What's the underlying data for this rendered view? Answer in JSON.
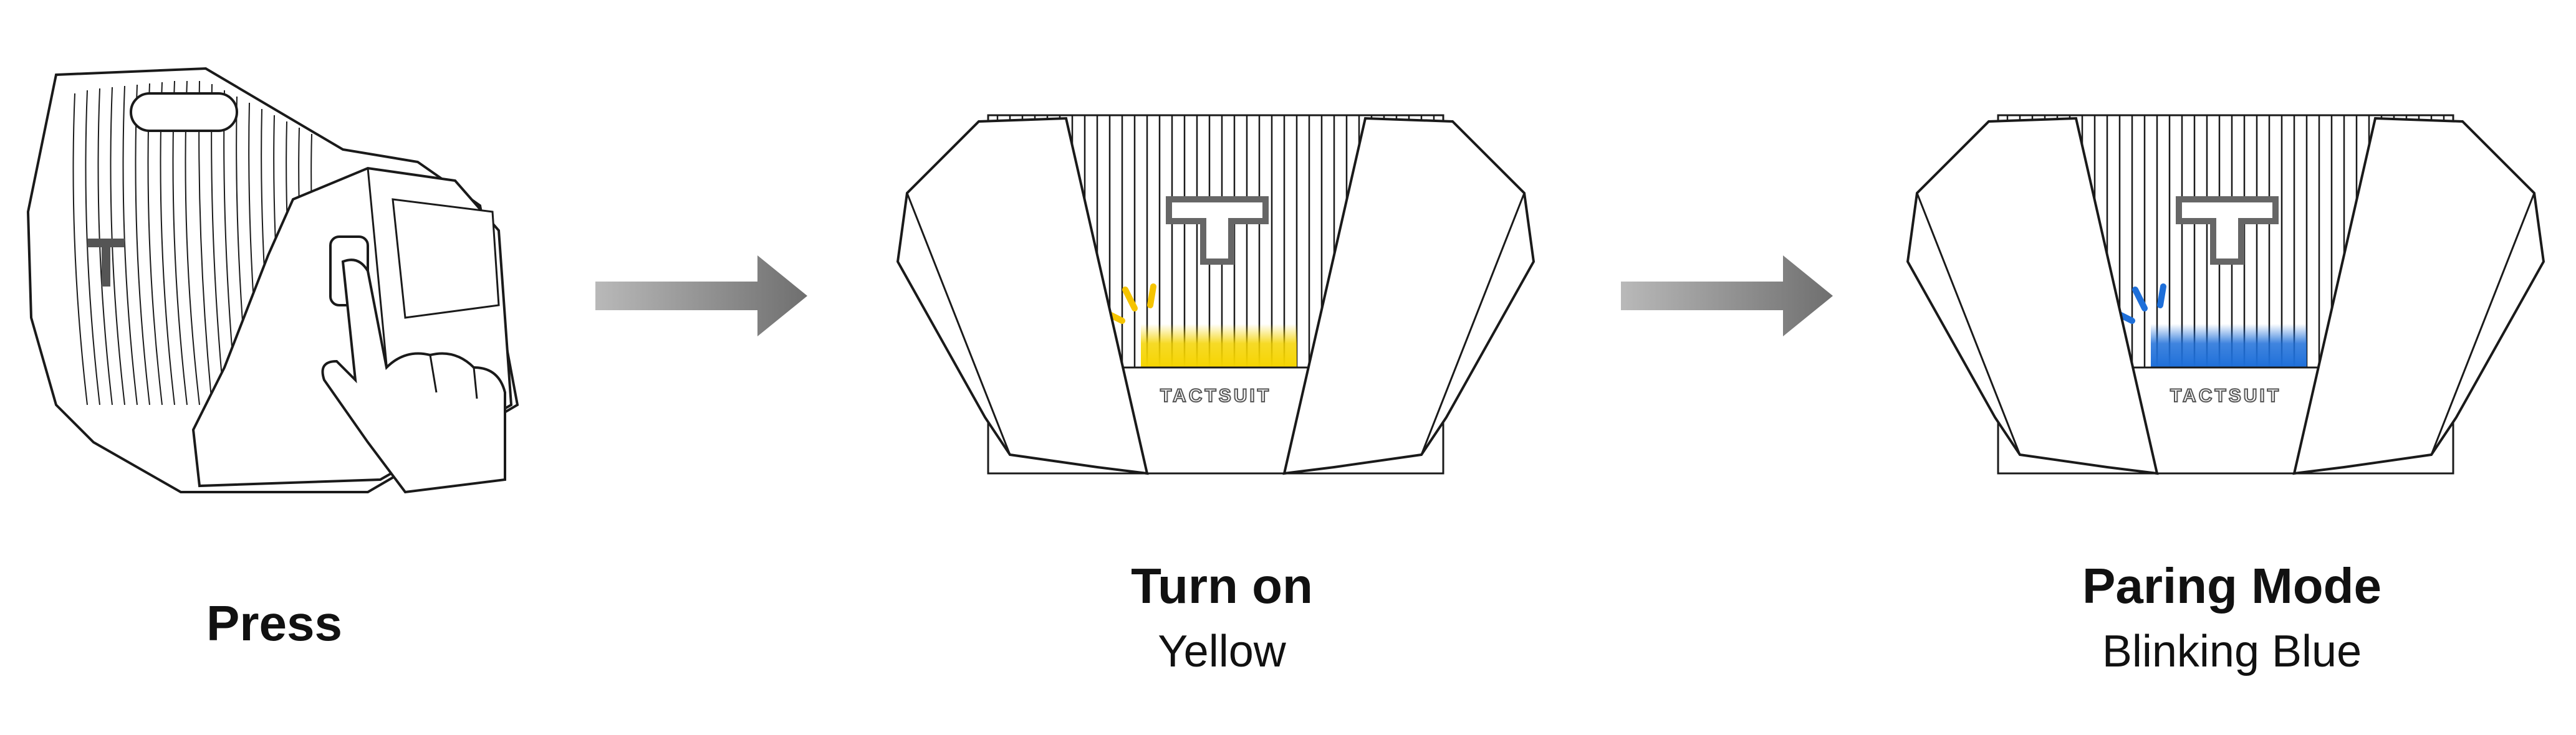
{
  "steps": [
    {
      "title": "Press",
      "subtitle": ""
    },
    {
      "title": "Turn on",
      "subtitle": "Yellow",
      "led_color": "#F5D400",
      "spark_color": "#F5C400"
    },
    {
      "title": "Paring Mode",
      "subtitle": "Blinking Blue",
      "led_color": "#1E6FD9",
      "spark_color": "#1E6FD9"
    }
  ],
  "brand": {
    "wordmark": "TACTSUIT"
  },
  "icons": {
    "arrow": "arrow-right-icon",
    "hand": "hand-pointer-icon",
    "logo": "tactsuit-t-logo-icon"
  },
  "colors": {
    "line": "#1a1a1a",
    "arrow": "#7a7a7a"
  }
}
